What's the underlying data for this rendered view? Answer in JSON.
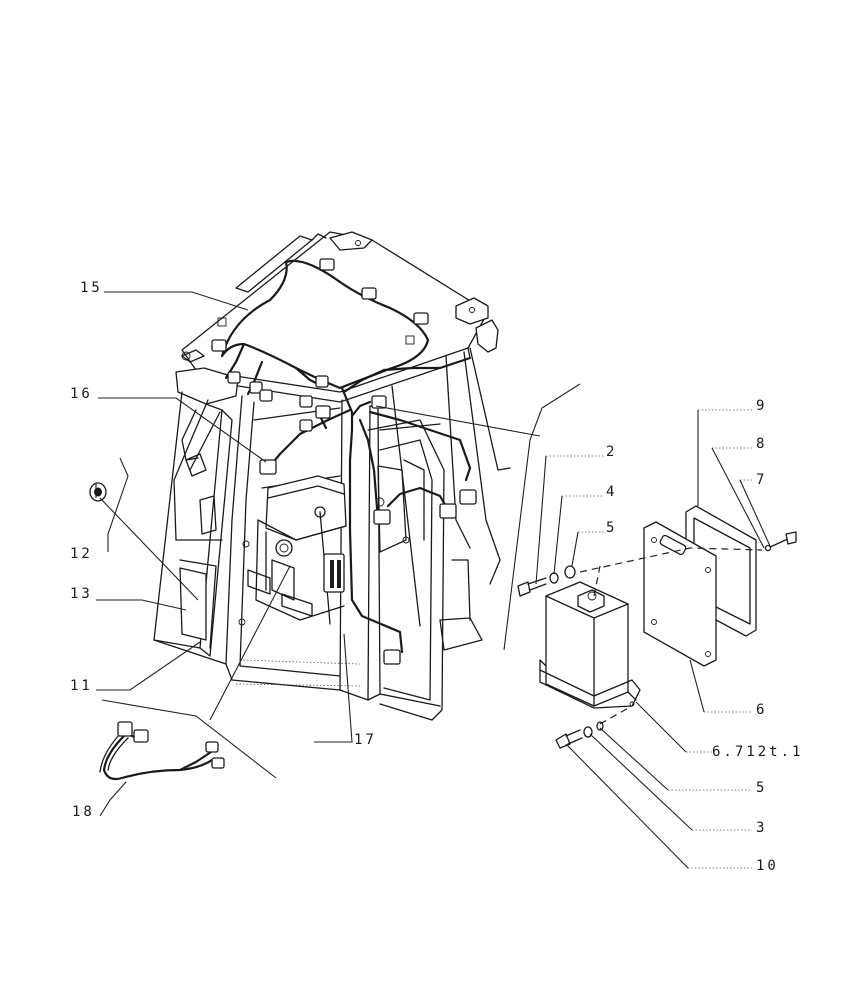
{
  "diagram": {
    "callouts": {
      "c15": "15",
      "c16": "16",
      "c12": "12",
      "c13": "13",
      "c11": "11",
      "c18": "18",
      "c17": "17",
      "c2": "2",
      "c4": "4",
      "c5a": "5",
      "c9": "9",
      "c8": "8",
      "c7": "7",
      "c6": "6",
      "c6712": "6.712t.1",
      "c5b": "5",
      "c3": "3",
      "c10": "10"
    }
  }
}
